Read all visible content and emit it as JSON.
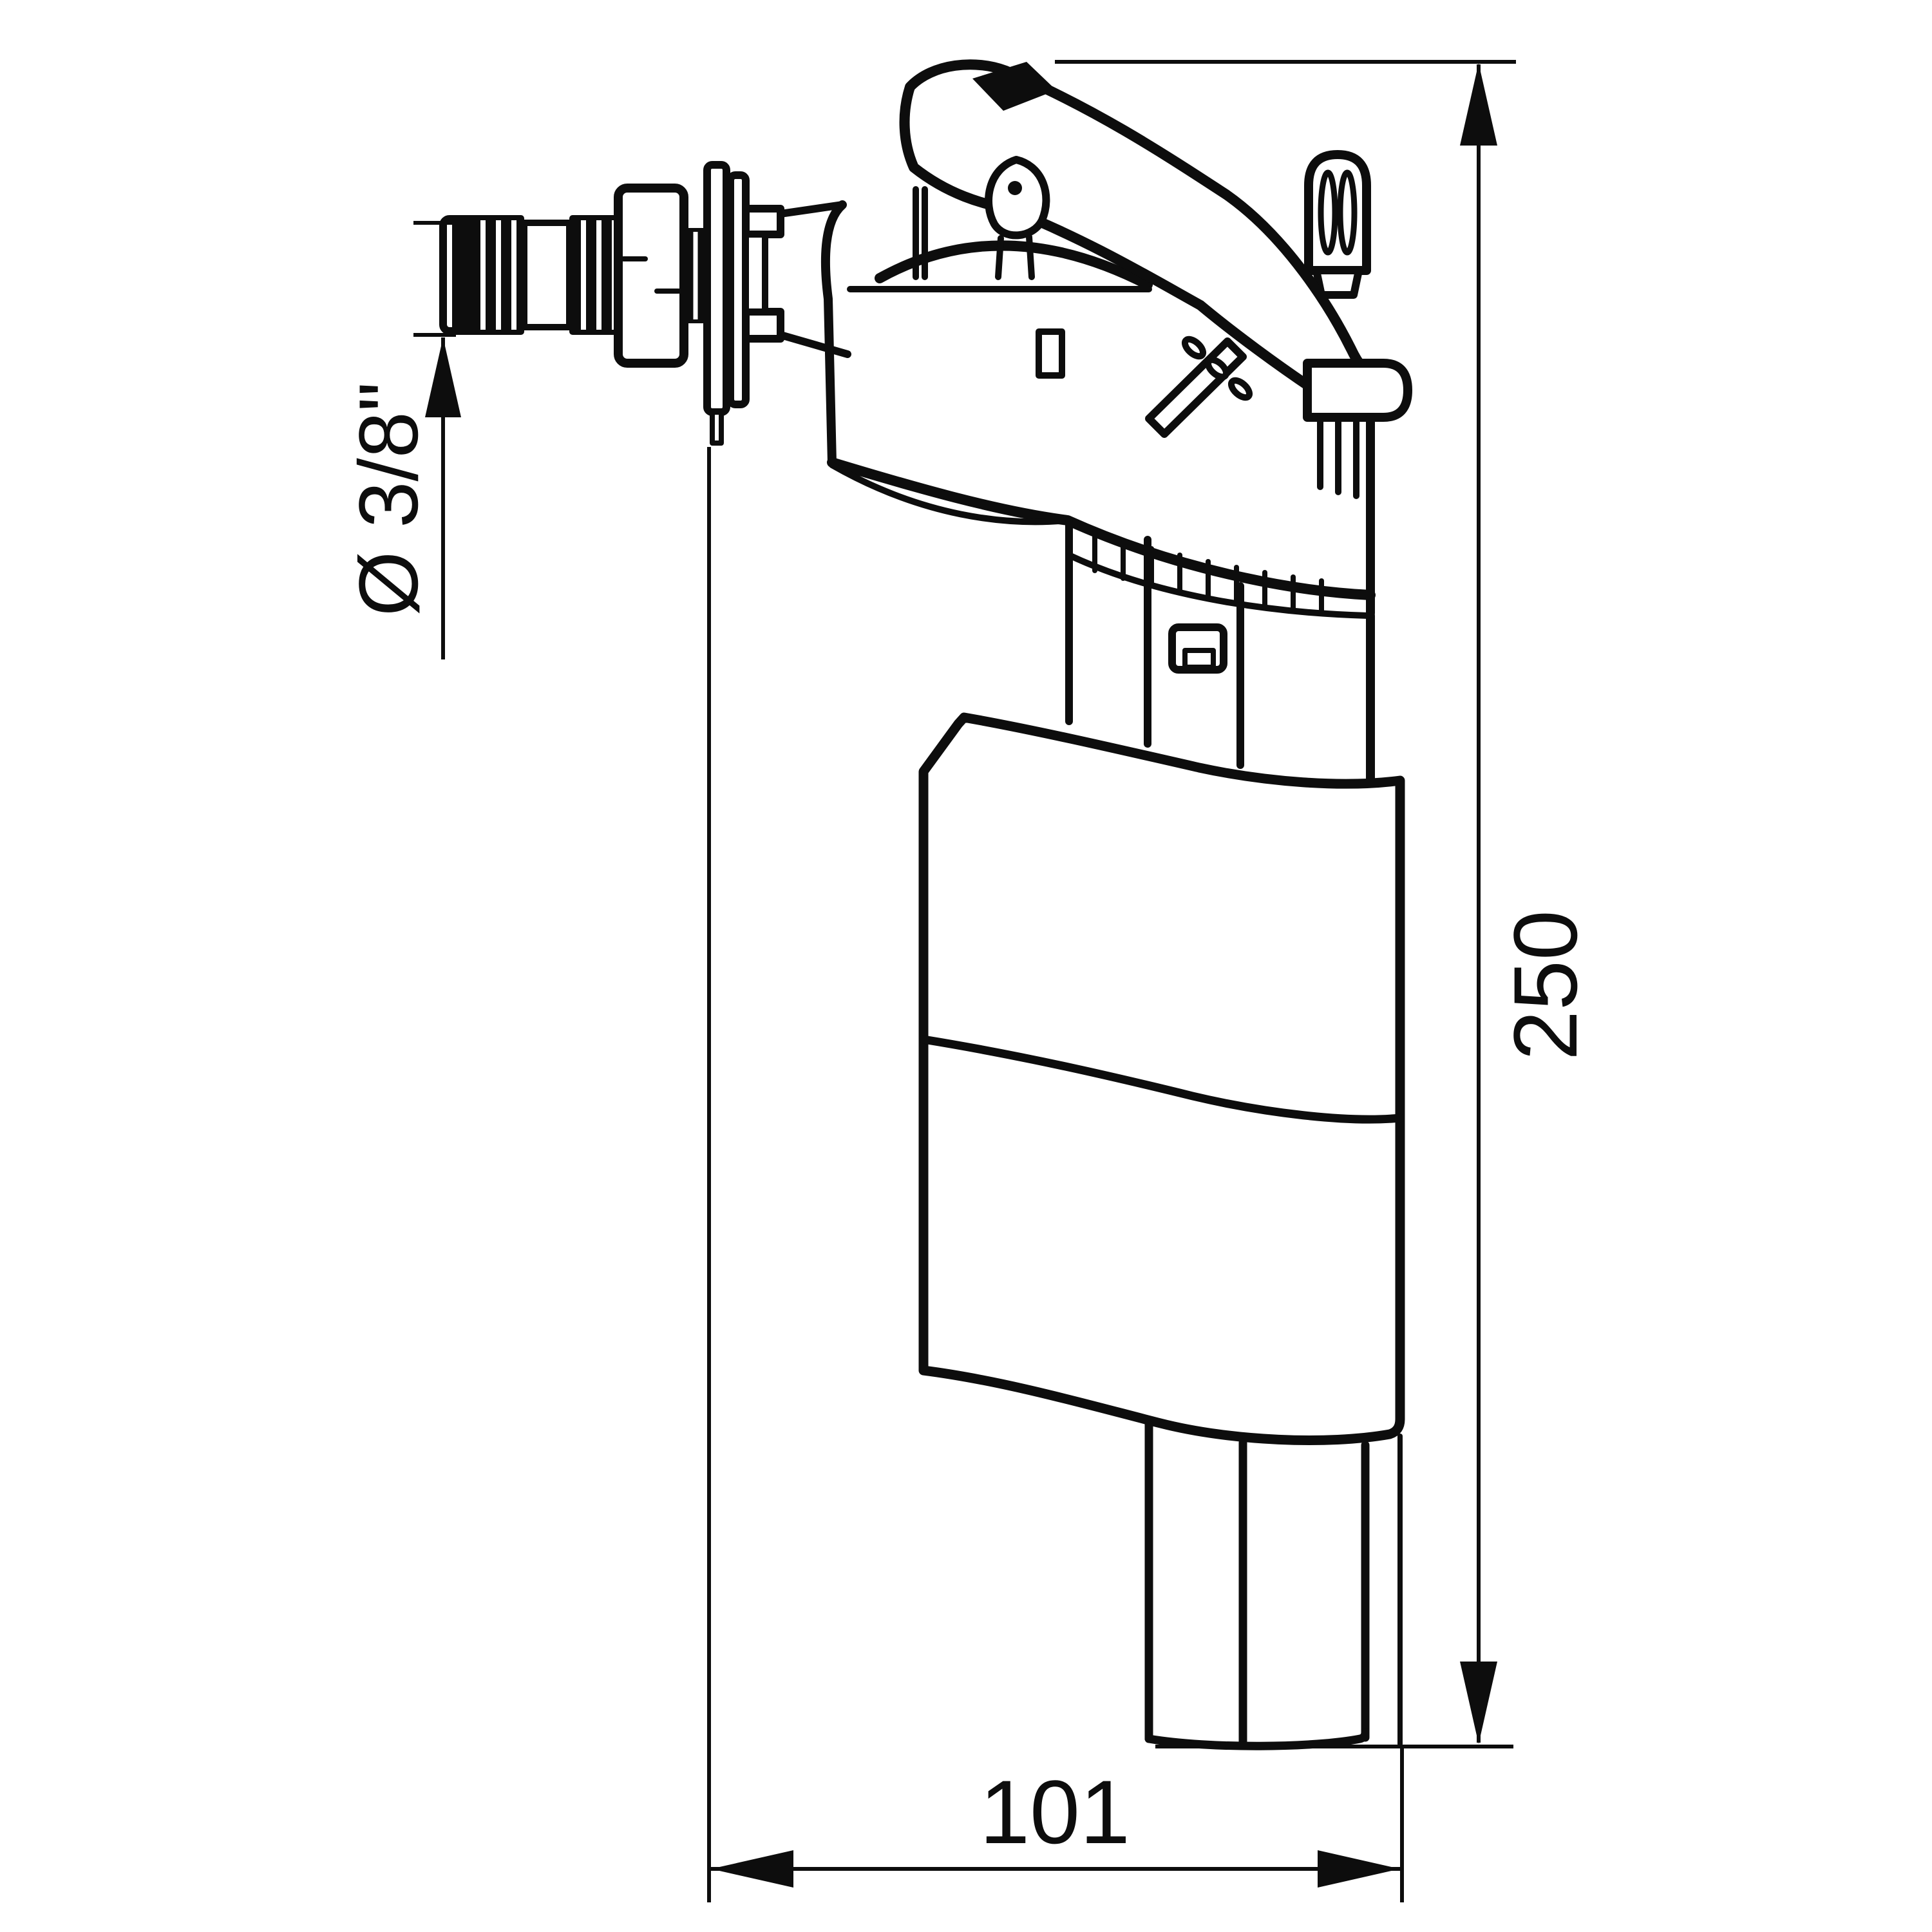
{
  "drawing": {
    "background": "#ffffff",
    "line_color": "#0d0d0d"
  },
  "dimensions": {
    "height": {
      "value": "250",
      "orientation": "vertical"
    },
    "width": {
      "value": "101",
      "orientation": "horizontal"
    },
    "inlet": {
      "value": "Ø 3/8\"",
      "orientation": "vertical"
    }
  }
}
